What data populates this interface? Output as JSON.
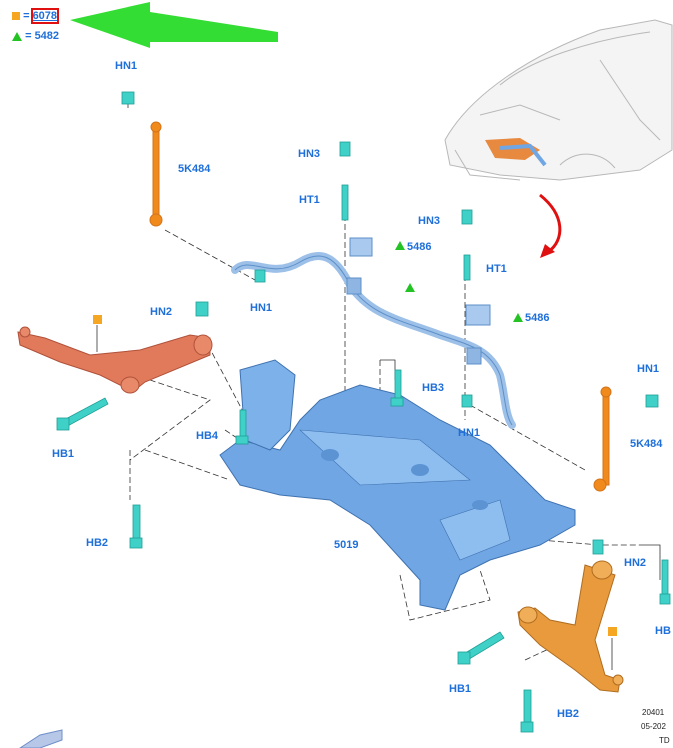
{
  "legend": [
    {
      "symbol": "square-icon",
      "equals": "=",
      "code": "6078",
      "color": "#f5a623"
    },
    {
      "symbol": "triangle-icon",
      "equals": "=",
      "code": "5482",
      "color": "#22c322"
    }
  ],
  "arrow_color": "#33dd33",
  "callouts": {
    "hn1_left": "HN1",
    "k484_left": "5K484",
    "hn1_left_link": "HN1",
    "hn3_center": "HN3",
    "ht1_center": "HT1",
    "r5486_center": "5486",
    "hn3_right": "HN3",
    "ht1_right": "HT1",
    "r5486_right": "5486",
    "hn2_left": "HN2",
    "hb1_left": "HB1",
    "hb3": "HB3",
    "hb4": "HB4",
    "hn1_right_link": "HN1",
    "hn1_right": "HN1",
    "k484_right": "5K484",
    "hb2_left": "HB2",
    "p5019": "5019",
    "hn2_right": "HN2",
    "hb_right_cut": "HB",
    "hb1_bottom": "HB1",
    "hb2_bottom": "HB2"
  },
  "footer": {
    "line1": "20401",
    "line2": "05-202",
    "line3": "TD"
  },
  "colors": {
    "label": "#1e6fd9",
    "subframe": "#6fa6e3",
    "stabilizer": "#9cc0e8",
    "control_arm": "#e07a5a",
    "control_arm_right": "#e89a3c",
    "fastener": "#3fd1c7",
    "link": "#f08a1c",
    "red_arrow": "#e01010"
  }
}
